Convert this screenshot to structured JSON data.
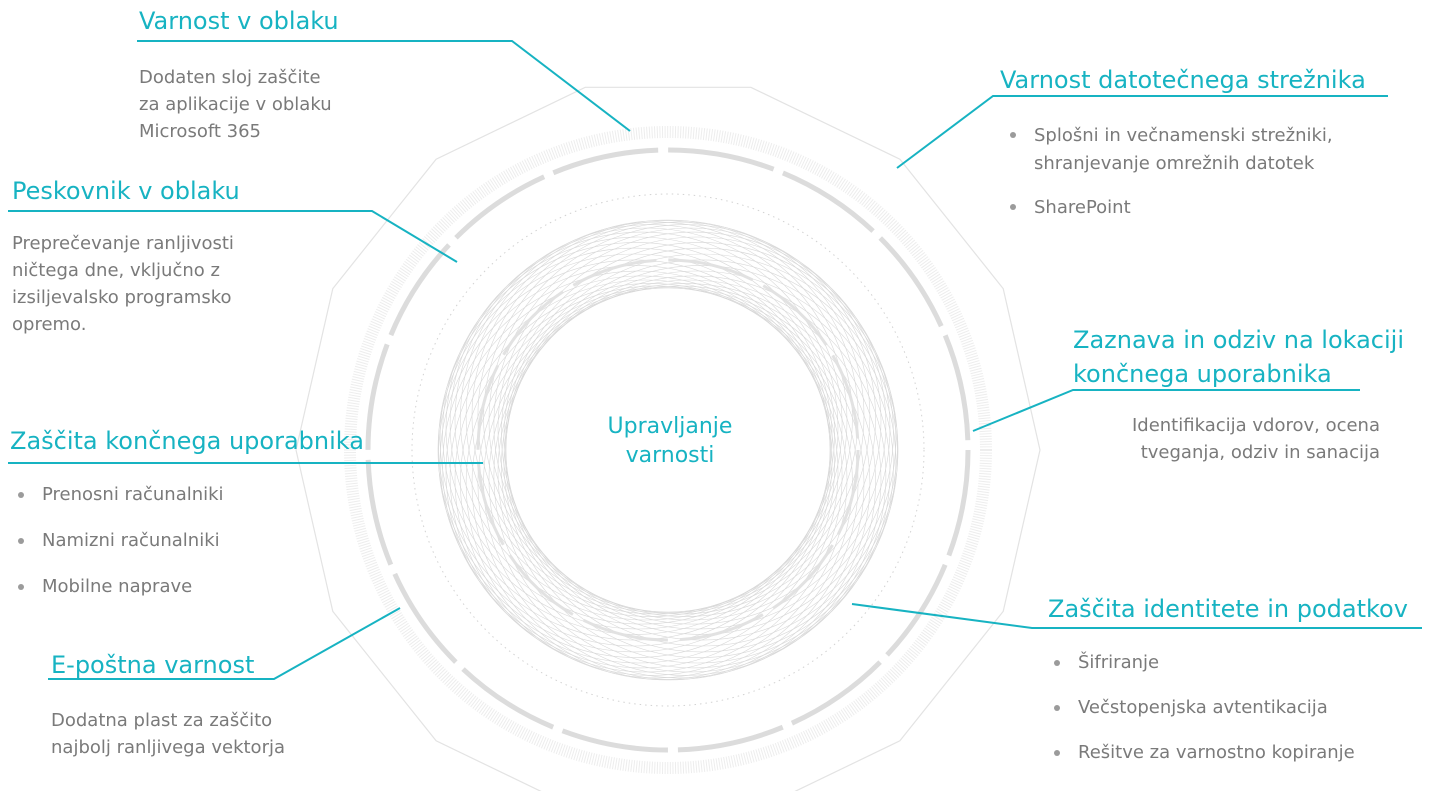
{
  "center": {
    "line1": "Upravljanje",
    "line2": "varnosti"
  },
  "sections": {
    "cloud_security": {
      "title": "Varnost v oblaku",
      "lines": [
        "Dodaten sloj zaščite",
        "za aplikacije v oblaku",
        "Microsoft 365"
      ]
    },
    "cloud_sandbox": {
      "title": "Peskovnik v oblaku",
      "lines": [
        "Preprečevanje ranljivosti",
        "ničtega dne, vključno z",
        "izsiljevalsko programsko",
        "opremo."
      ]
    },
    "endpoint_protection": {
      "title": "Zaščita končnega uporabnika",
      "bullets": [
        "Prenosni računalniki",
        "Namizni računalniki",
        "Mobilne naprave"
      ]
    },
    "email_security": {
      "title": "E-poštna varnost",
      "lines": [
        "Dodatna plast za zaščito",
        "najbolj ranljivega vektorja"
      ]
    },
    "file_server_security": {
      "title": "Varnost datotečnega strežnika",
      "bullets": [
        "Splošni in večnamenski strežniki,",
        "shranjevanje omrežnih datotek",
        "SharePoint"
      ]
    },
    "edr": {
      "title_line1": "Zaznava in odziv na lokaciji",
      "title_line2": "končnega uporabnika",
      "lines": [
        "Identifikacija vdorov, ocena",
        "tveganja, odziv in sanacija"
      ]
    },
    "identity_protection": {
      "title": "Zaščita identitete in podatkov",
      "bullets": [
        "Šifriranje",
        "Večstopenjska avtentikacija",
        "Rešitve za varnostno kopiranje"
      ]
    }
  },
  "colors": {
    "accent": "#17b3c2",
    "body_text": "#7a7a7a",
    "ring": "#dcdcdc",
    "frame": "#e3e3e3"
  }
}
